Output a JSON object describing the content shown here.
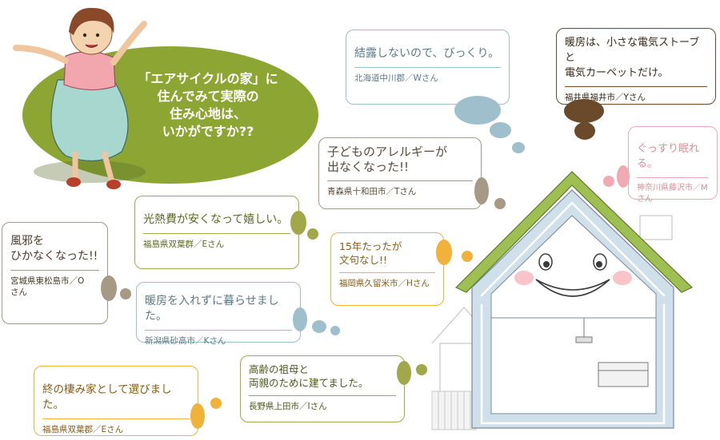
{
  "intro": {
    "lines": [
      "「エアサイクルの家」に",
      "住んでみて実際の",
      "住み心地は、",
      "いかがですか??"
    ]
  },
  "colors": {
    "green": "#8da633",
    "blue": "#9ebfcb",
    "grey": "#a69985",
    "orange": "#f0b23a",
    "brown": "#6b4a2b",
    "pink": "#f2aab2",
    "olive": "#a0a84a"
  },
  "bubbles": [
    {
      "id": "ketsuro",
      "lines": [
        "結露しないので、びっくり。"
      ],
      "who": "北海道中川郡／Wさん"
    },
    {
      "id": "danbo",
      "lines": [
        "暖房は、小さな電気ストーブと",
        "電気カーペットだけ。"
      ],
      "who": "福井県福井市／Yさん"
    },
    {
      "id": "gussuri",
      "lines": [
        "ぐっすり眠れる。"
      ],
      "who": "神奈川県藤沢市／Mさん"
    },
    {
      "id": "allergy",
      "lines": [
        "子どものアレルギーが",
        "出なくなった!!"
      ],
      "who": "青森県十和田市／Tさん"
    },
    {
      "id": "kounetsu",
      "lines": [
        "光熱費が安くなって嬉しい。"
      ],
      "who": "福島県双葉群／Eさん"
    },
    {
      "id": "kaze",
      "lines": [
        "風邪を",
        "ひかなくなった!!"
      ],
      "who": "宮城県東松島市／Oさん"
    },
    {
      "id": "juugonen",
      "lines": [
        "15年たったが",
        "文句なし!!"
      ],
      "who": "福岡県久留米市／Hさん"
    },
    {
      "id": "danbo2",
      "lines": [
        "暖房を入れずに暮らせました。"
      ],
      "who": "新潟県砂高市／Kさん"
    },
    {
      "id": "sumika",
      "lines": [
        "終の棲み家として選びました。"
      ],
      "who": "福島県双葉郡／Eさん"
    },
    {
      "id": "sobo",
      "lines": [
        "高齢の祖母と",
        "両親のために建てました。"
      ],
      "who": "長野県上田市／Iさん"
    }
  ]
}
